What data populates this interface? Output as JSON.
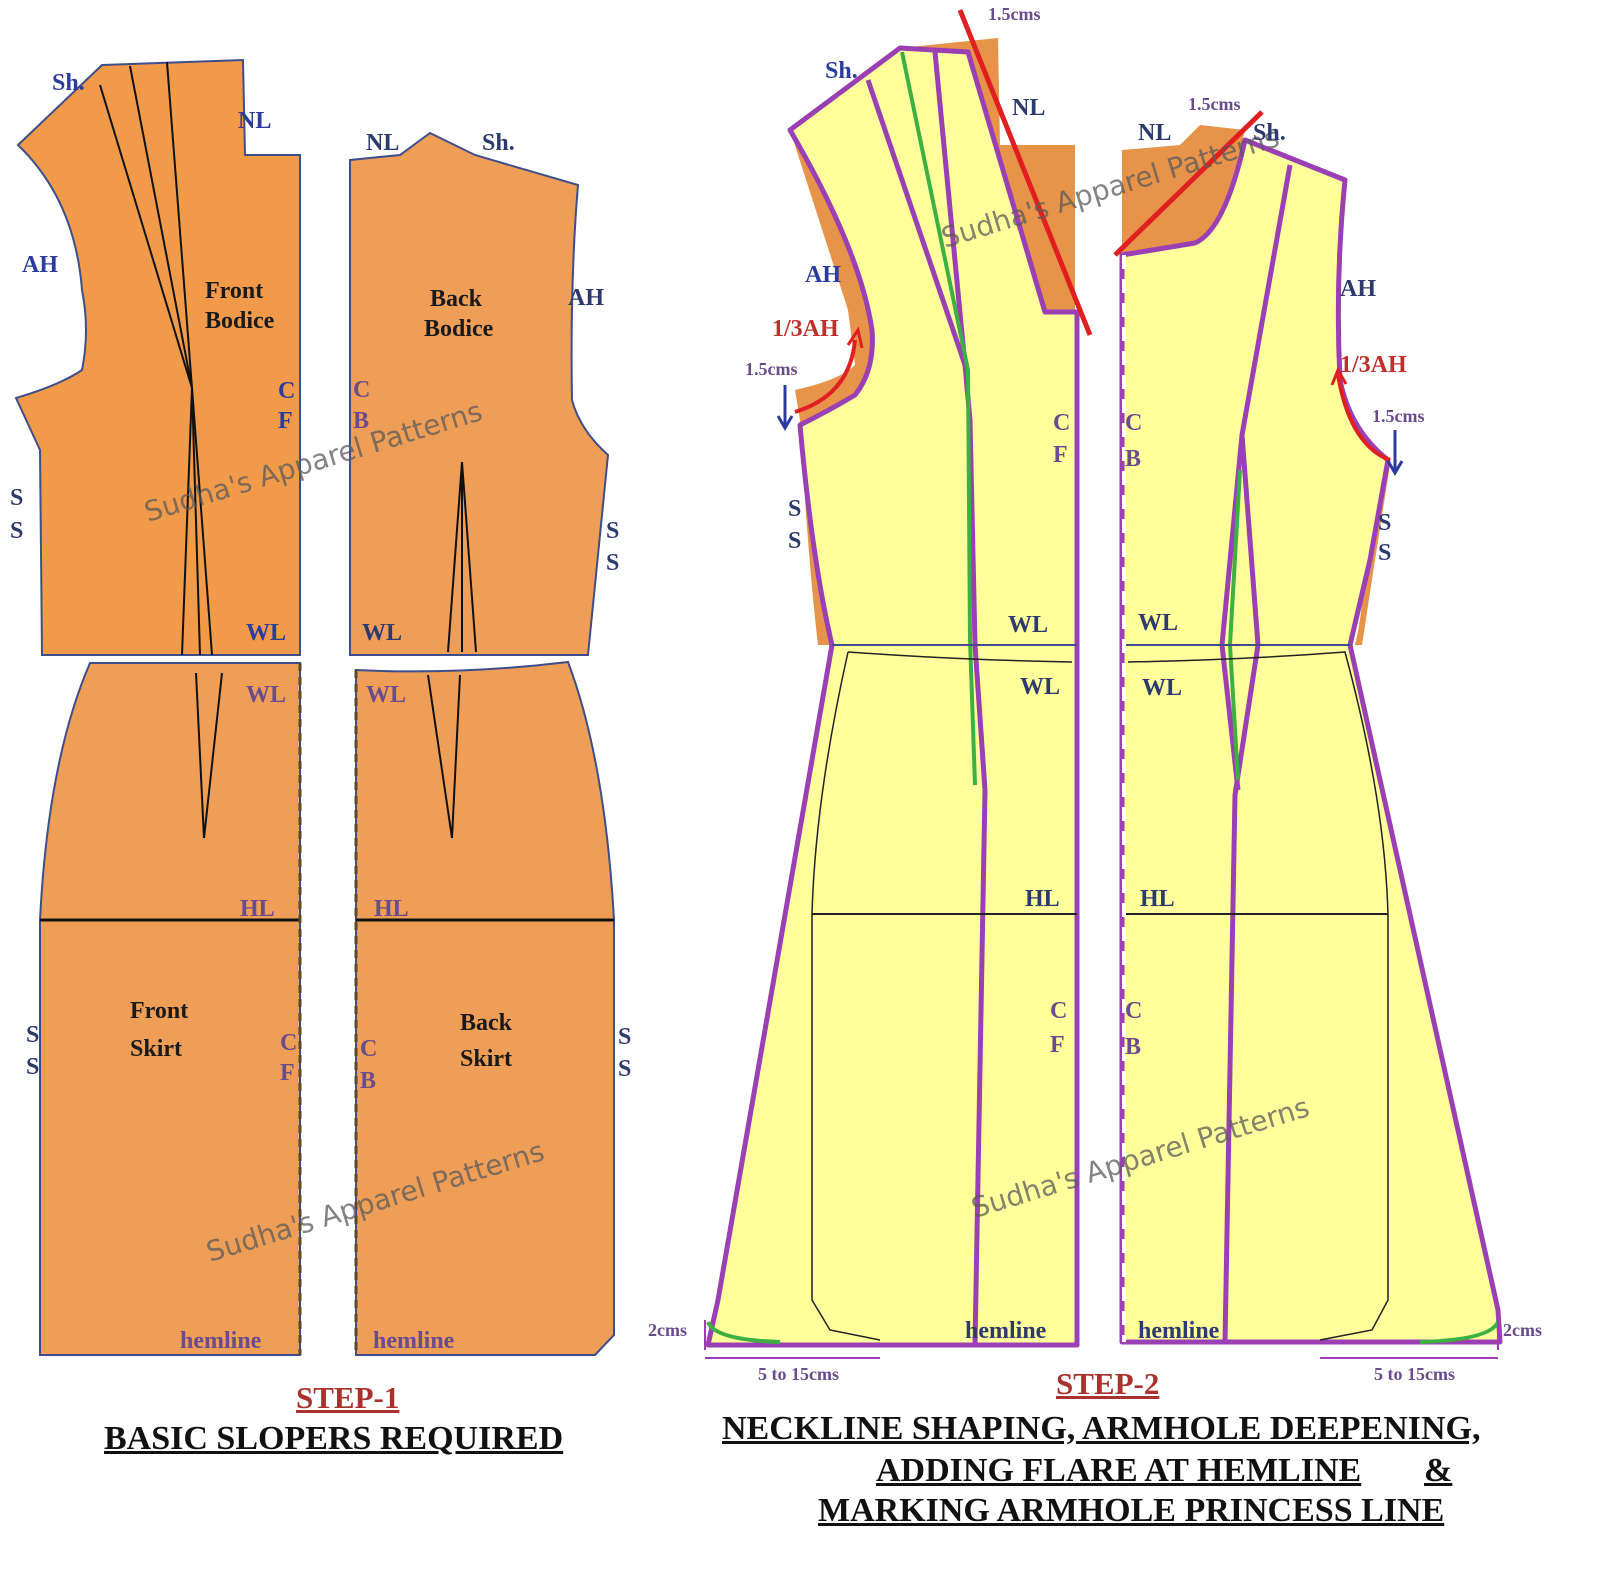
{
  "labels": {
    "sh": "Sh.",
    "nl": "NL",
    "ah": "AH",
    "c": "C",
    "f": "F",
    "b": "B",
    "s": "S",
    "wl": "WL",
    "hl": "HL",
    "hemline": "hemline",
    "front": "Front",
    "back": "Back",
    "bodice": "Bodice",
    "skirt": "Skirt",
    "one_third_ah": "1/3AH",
    "cm_15": "1.5cms",
    "cm_2": "2cms",
    "cm_5_15": "5 to 15cms"
  },
  "watermark": "Sudha's Apparel Patterns",
  "step1": {
    "title": "STEP-1",
    "subtitle": "BASIC SLOPERS REQUIRED"
  },
  "step2": {
    "title": "STEP-2",
    "line1": "NECKLINE SHAPING, ARMHOLE DEEPENING,",
    "line2a": "ADDING FLARE AT HEMLINE",
    "line2b": "&",
    "line3": "MARKING ARMHOLE PRINCESS LINE"
  },
  "colors": {
    "orange": "#f0a05a",
    "yellow": "#ffff99",
    "outline": "#9b3fb5",
    "accent_red": "#e02020",
    "green": "#3cb043"
  }
}
